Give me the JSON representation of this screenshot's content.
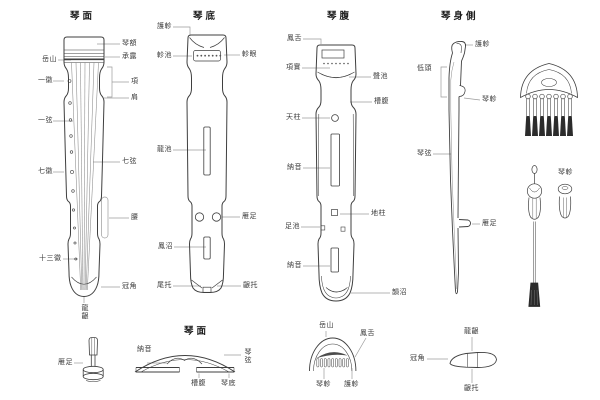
{
  "colors": {
    "background": "#ffffff",
    "line": "#3f3f3f",
    "leader": "#9b9b9b",
    "string": "#8a8a8a",
    "tassel": "#2b2b2b",
    "label_text": "#3d3d3d"
  },
  "face_view": {
    "title": "琴面",
    "labels": {
      "qin_e": "琴額",
      "chenglu": "承露",
      "yueshan": "岳山",
      "hui_1": "一徽",
      "xiang": "項",
      "jian": "肩",
      "xian_1": "一弦",
      "xian_7": "七弦",
      "hui_7": "七徽",
      "yao": "腰",
      "hui_13": "十三徽",
      "guanjiao": "冠角",
      "longyin": "龍齦"
    }
  },
  "bottom_view": {
    "title": "琴底",
    "labels": {
      "huzhen": "護軫",
      "zhenchi": "軫池",
      "zhenyan": "軫眼",
      "longchi": "龍池",
      "yanzu": "雁足",
      "fengzhao": "鳳沼",
      "weituo": "尾托",
      "yintuo": "齦托"
    }
  },
  "belly_view": {
    "title": "琴腹",
    "labels": {
      "fengshe": "鳳舌",
      "xiangshi": "項實",
      "shengchi": "聲池",
      "caofu": "槽腹",
      "tianzhu": "天柱",
      "nayin_upper": "納音",
      "dizhu": "地柱",
      "zuchi": "足池",
      "nayin_lower": "納音",
      "yunzhao": "韻沼"
    }
  },
  "side_view": {
    "title": "琴身側",
    "labels": {
      "huzhen": "護軫",
      "ditou": "低頭",
      "qinzhen": "琴軫",
      "qinxian": "琴弦",
      "yanzu": "雁足"
    }
  },
  "accessories": {
    "qinzhen": "琴軫"
  },
  "bottom_row": {
    "yanzu": "雁足",
    "section_view": {
      "title": "琴面",
      "labels": {
        "nayin": "納音",
        "qinxian": "琴弦",
        "caofu": "槽腹",
        "qindi": "琴底"
      }
    },
    "head_section": {
      "labels": {
        "yueshan": "岳山",
        "fengshe": "鳳舌",
        "qinzhen": "琴軫",
        "huzhen": "護軫"
      }
    },
    "tail_piece": {
      "labels": {
        "longyin": "龍齦",
        "guanjiao": "冠角",
        "yintuo": "齦托"
      }
    }
  }
}
